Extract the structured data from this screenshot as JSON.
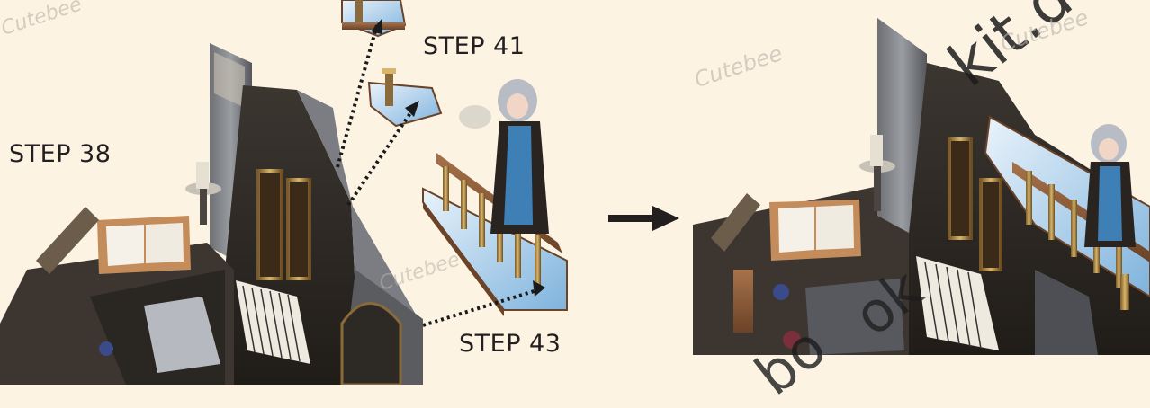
{
  "labels": {
    "step38": "STEP 38",
    "step41": "STEP 41",
    "step43": "STEP 43"
  },
  "watermark": {
    "url_text": "kit.de",
    "fragments": [
      "bo",
      "ok"
    ],
    "brand_text": "Cutebee"
  },
  "icons": {
    "arrow": "right-arrow-icon",
    "dotted_arrow": "dotted-arrow-icon"
  },
  "colors": {
    "background": "#fdf3e3",
    "label_text": "#231f20",
    "dotted_line": "#1a1a1a",
    "watermark": "#b9b3ab"
  }
}
